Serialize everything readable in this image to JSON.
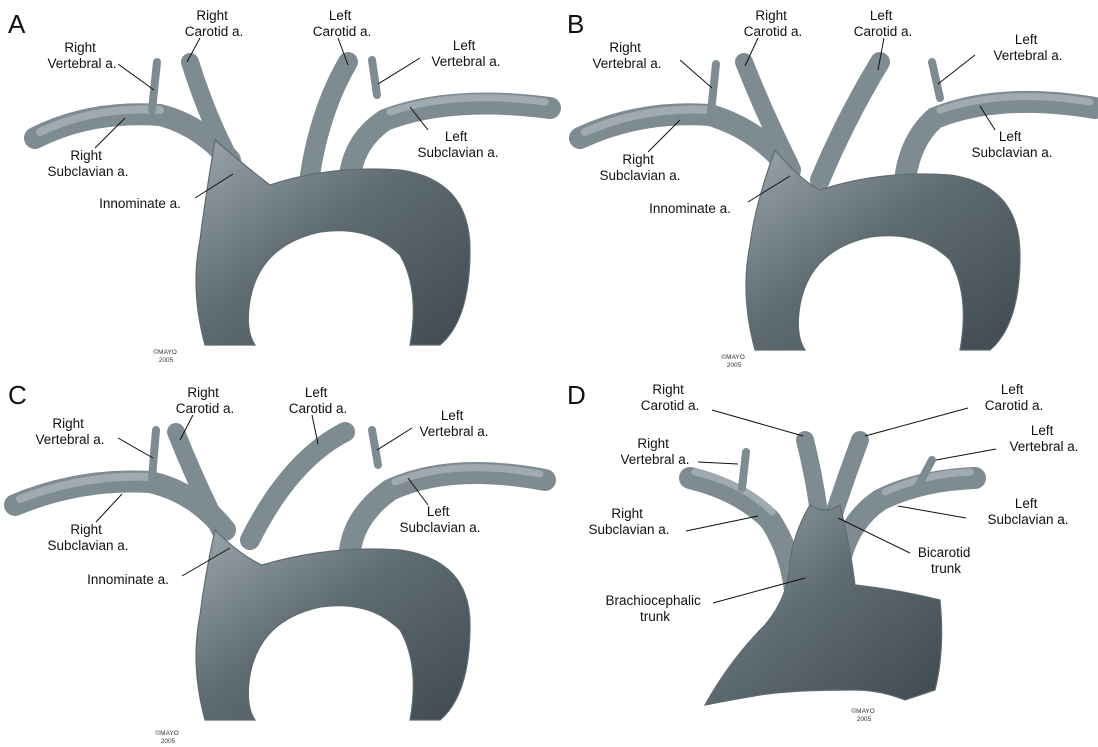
{
  "panels": [
    {
      "letter": "A",
      "labels": {
        "right_vertebral": [
          "Right",
          "Vertebral a."
        ],
        "right_carotid": [
          "Right",
          "Carotid a."
        ],
        "left_carotid": [
          "Left",
          "Carotid a."
        ],
        "left_vertebral": [
          "Left",
          "Vertebral a."
        ],
        "right_subclavian": [
          "Right",
          "Subclavian a."
        ],
        "left_subclavian": [
          "Left",
          "Subclavian a."
        ],
        "innominate": [
          "Innominate a."
        ]
      },
      "copyright": [
        "©MAYO",
        "2005"
      ]
    },
    {
      "letter": "B",
      "labels": {
        "right_vertebral": [
          "Right",
          "Vertebral a."
        ],
        "right_carotid": [
          "Right",
          "Carotid a."
        ],
        "left_carotid": [
          "Left",
          "Carotid a."
        ],
        "left_vertebral": [
          "Left",
          "Vertebral a."
        ],
        "right_subclavian": [
          "Right",
          "Subclavian a."
        ],
        "left_subclavian": [
          "Left",
          "Subclavian a."
        ],
        "innominate": [
          "Innominate a."
        ]
      },
      "copyright": [
        "©MAYO",
        "2005"
      ]
    },
    {
      "letter": "C",
      "labels": {
        "right_vertebral": [
          "Right",
          "Vertebral a."
        ],
        "right_carotid": [
          "Right",
          "Carotid a."
        ],
        "left_carotid": [
          "Left",
          "Carotid a."
        ],
        "left_vertebral": [
          "Left",
          "Vertebral a."
        ],
        "right_subclavian": [
          "Right",
          "Subclavian a."
        ],
        "left_subclavian": [
          "Left",
          "Subclavian a."
        ],
        "innominate": [
          "Innominate a."
        ]
      },
      "copyright": [
        "©MAYO",
        "2005"
      ]
    },
    {
      "letter": "D",
      "labels": {
        "right_carotid": [
          "Right",
          "Carotid a."
        ],
        "left_carotid": [
          "Left",
          "Carotid a."
        ],
        "right_vertebral": [
          "Right",
          "Vertebral a."
        ],
        "left_vertebral": [
          "Left",
          "Vertebral a."
        ],
        "right_subclavian": [
          "Right",
          "Subclavian a."
        ],
        "left_subclavian": [
          "Left",
          "Subclavian a."
        ],
        "bicarotid": [
          "Bicarotid",
          "trunk"
        ],
        "brachiocephalic": [
          "Brachiocephalic",
          "trunk"
        ]
      },
      "copyright": [
        "©MAYO",
        "2005"
      ]
    }
  ],
  "colors": {
    "vessel_dark": "#4a565c",
    "vessel_mid": "#7d8a90",
    "vessel_light": "#dfe5e7",
    "background": "#ffffff"
  }
}
